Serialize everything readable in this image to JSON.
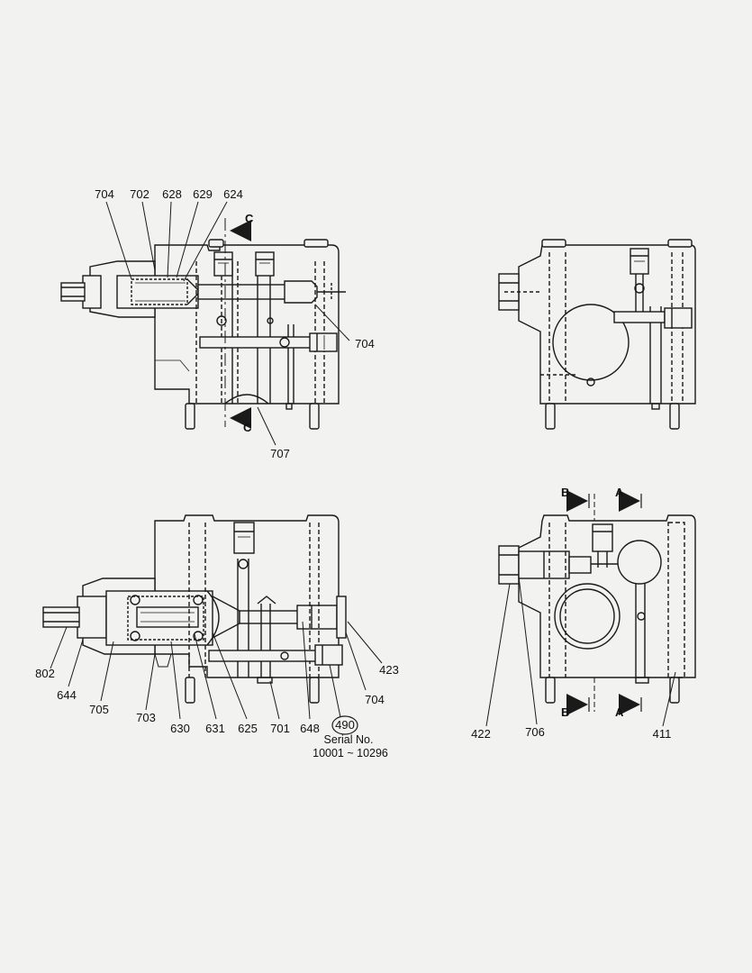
{
  "views": {
    "top_left": {
      "part_labels": [
        "704",
        "702",
        "628",
        "629",
        "624",
        "704",
        "707"
      ],
      "section_marks": [
        "C",
        "C"
      ]
    },
    "top_right": {
      "part_labels": []
    },
    "bottom_left": {
      "part_labels": [
        "802",
        "644",
        "705",
        "703",
        "630",
        "631",
        "625",
        "701",
        "648",
        "704",
        "423"
      ],
      "circled_label": "490",
      "serial_caption": "Serial No.",
      "serial_range": "10001 ~ 10296"
    },
    "bottom_right": {
      "part_labels": [
        "422",
        "706",
        "411"
      ],
      "section_marks": [
        "B",
        "A",
        "B",
        "A"
      ]
    }
  },
  "colors": {
    "background": "#f2f2f0",
    "line": "#1a1a1a"
  }
}
